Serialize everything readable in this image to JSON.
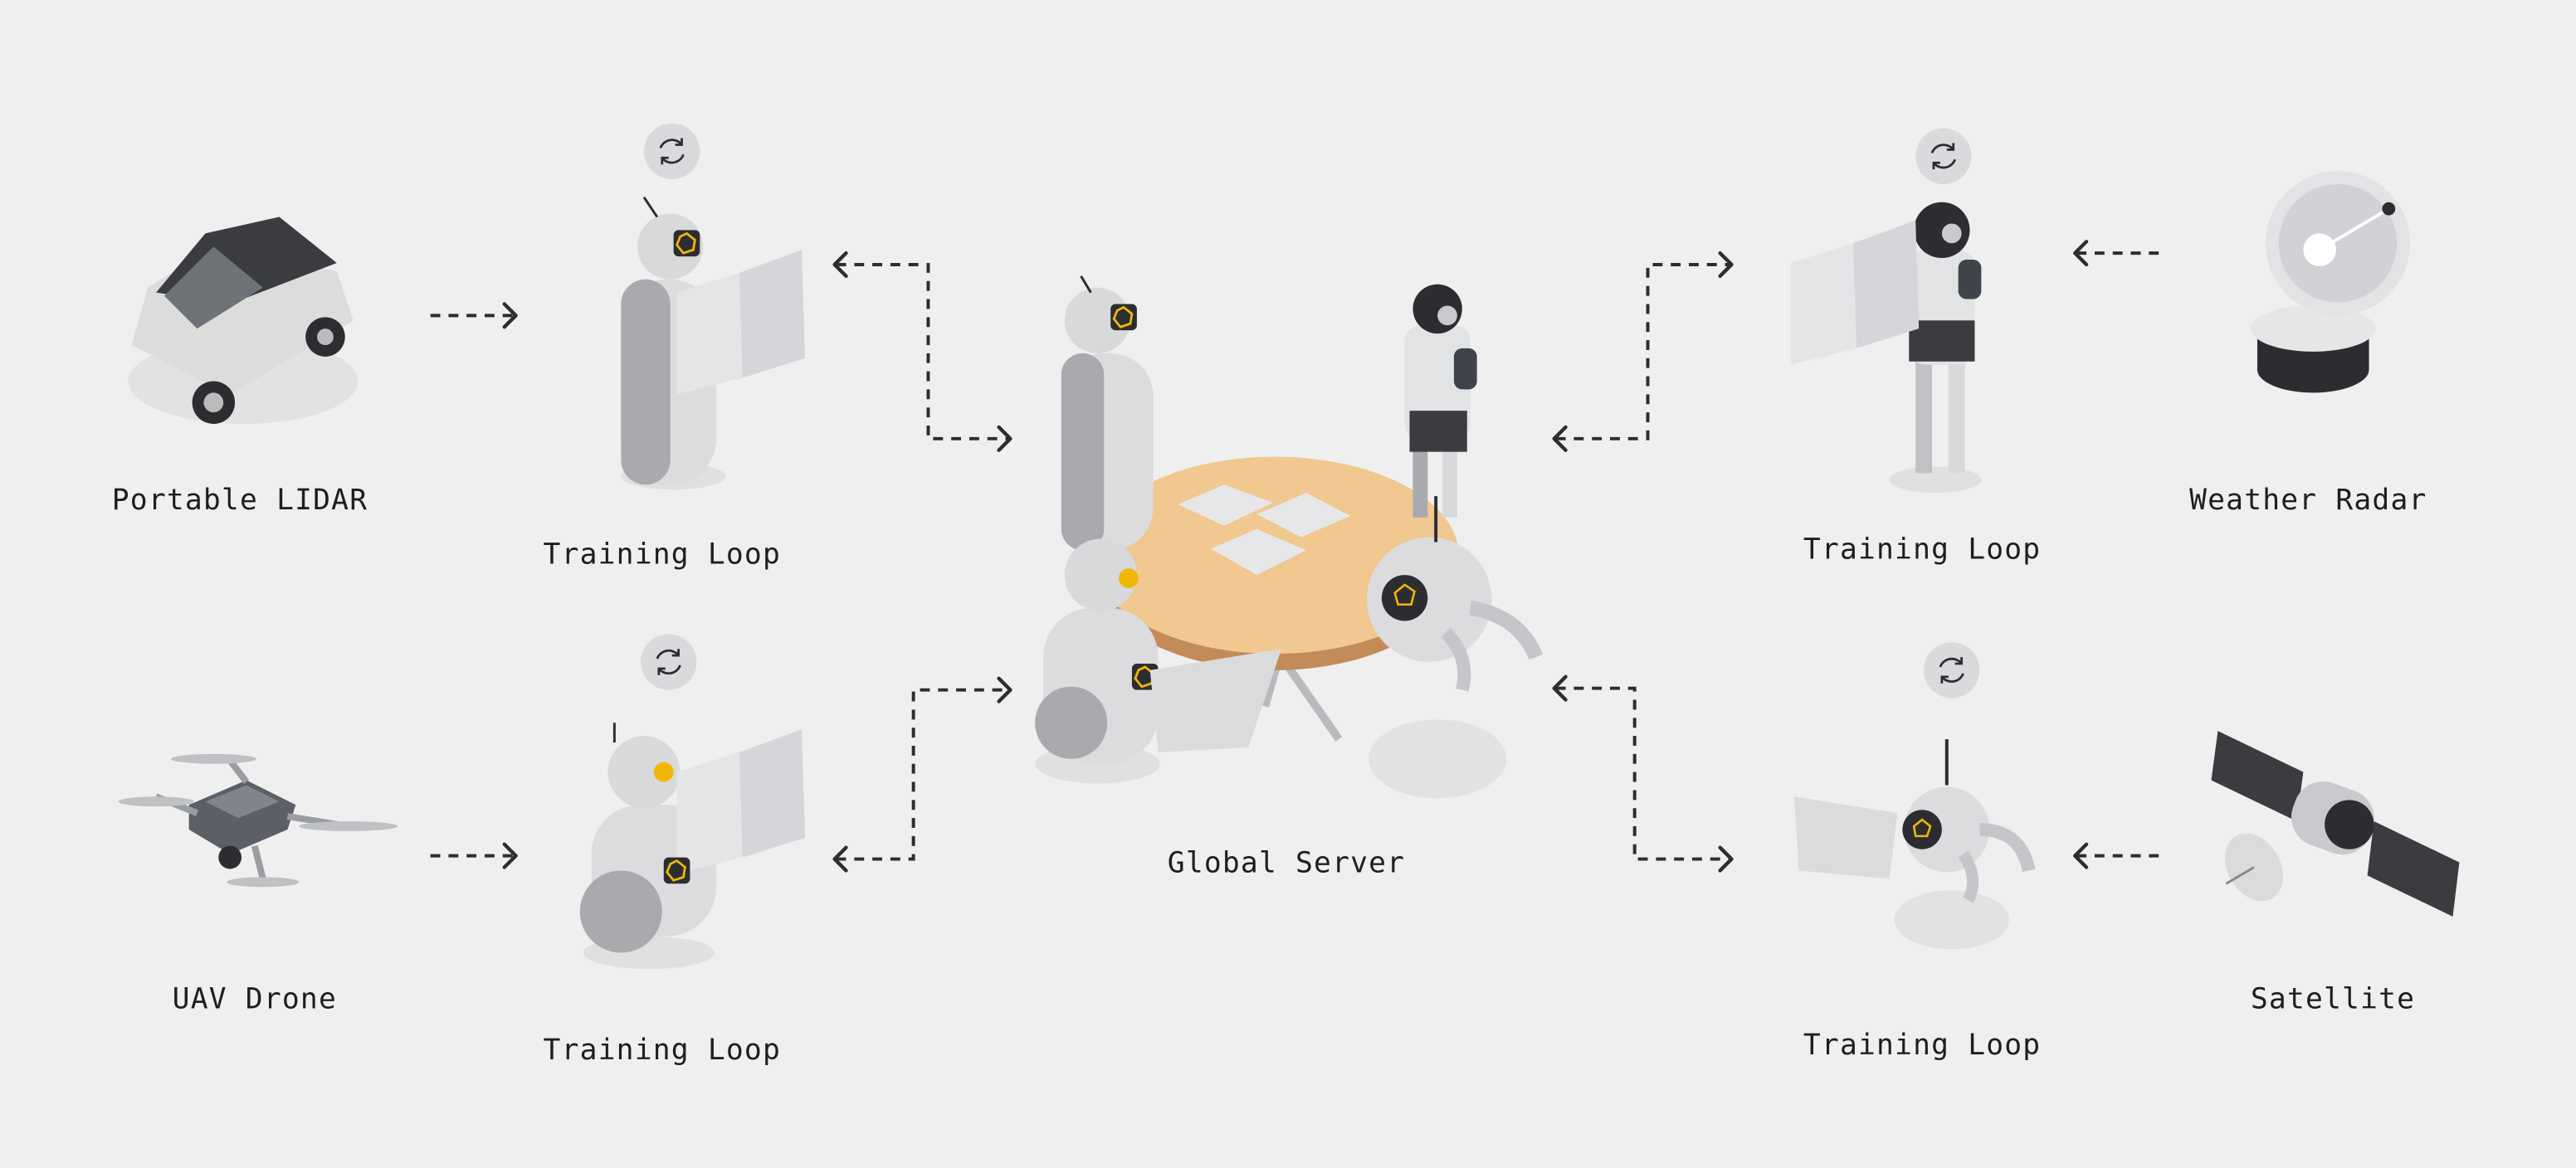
{
  "diagram": {
    "nodes": {
      "portable_lidar": "Portable LIDAR",
      "uav_drone": "UAV Drone",
      "weather_radar": "Weather Radar",
      "satellite": "Satellite",
      "global_server": "Global Server",
      "training_loop_top_left": "Training Loop",
      "training_loop_bottom_left": "Training Loop",
      "training_loop_top_right": "Training Loop",
      "training_loop_bottom_right": "Training Loop"
    },
    "icons": {
      "sync": "sync-icon"
    },
    "colors": {
      "background": "#efefef",
      "table": "#f0c890",
      "accent": "#f2b705",
      "dark": "#2b2d31"
    }
  }
}
